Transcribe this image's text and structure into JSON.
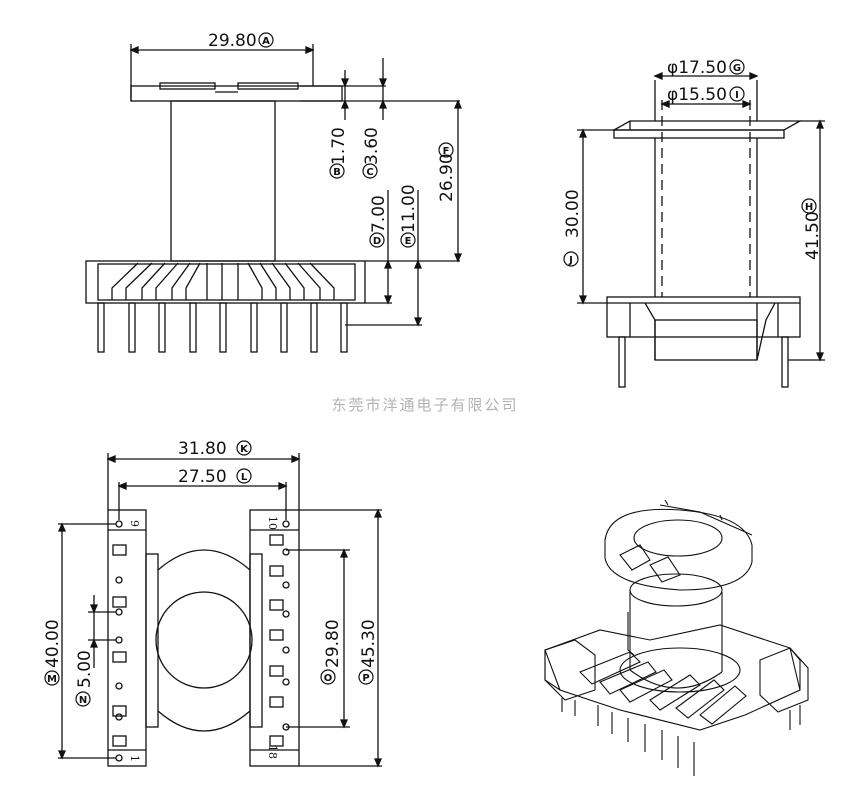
{
  "watermark": "东莞市洋通电子有限公司",
  "dimensions": {
    "A": {
      "value": "29.80",
      "letter": "A"
    },
    "B": {
      "value": "1.70",
      "letter": "B"
    },
    "C": {
      "value": "3.60",
      "letter": "C"
    },
    "D": {
      "value": "7.00",
      "letter": "D"
    },
    "E": {
      "value": "11.00",
      "letter": "E"
    },
    "F": {
      "value": "26.90",
      "letter": "F"
    },
    "G": {
      "value": "φ17.50",
      "letter": "G"
    },
    "H": {
      "value": "41.50",
      "letter": "H"
    },
    "I": {
      "value": "φ15.50",
      "letter": "I"
    },
    "J": {
      "value": "30.00",
      "letter": "J"
    },
    "K": {
      "value": "31.80",
      "letter": "K"
    },
    "L": {
      "value": "27.50",
      "letter": "L"
    },
    "M": {
      "value": "40.00",
      "letter": "M"
    },
    "N": {
      "value": "5.00",
      "letter": "N"
    },
    "O": {
      "value": "29.80",
      "letter": "O"
    },
    "P": {
      "value": "45.30",
      "letter": "P"
    }
  },
  "pin_labels": {
    "pin9": "9",
    "pin10": "10",
    "pin1": "1",
    "pin18": "18"
  }
}
